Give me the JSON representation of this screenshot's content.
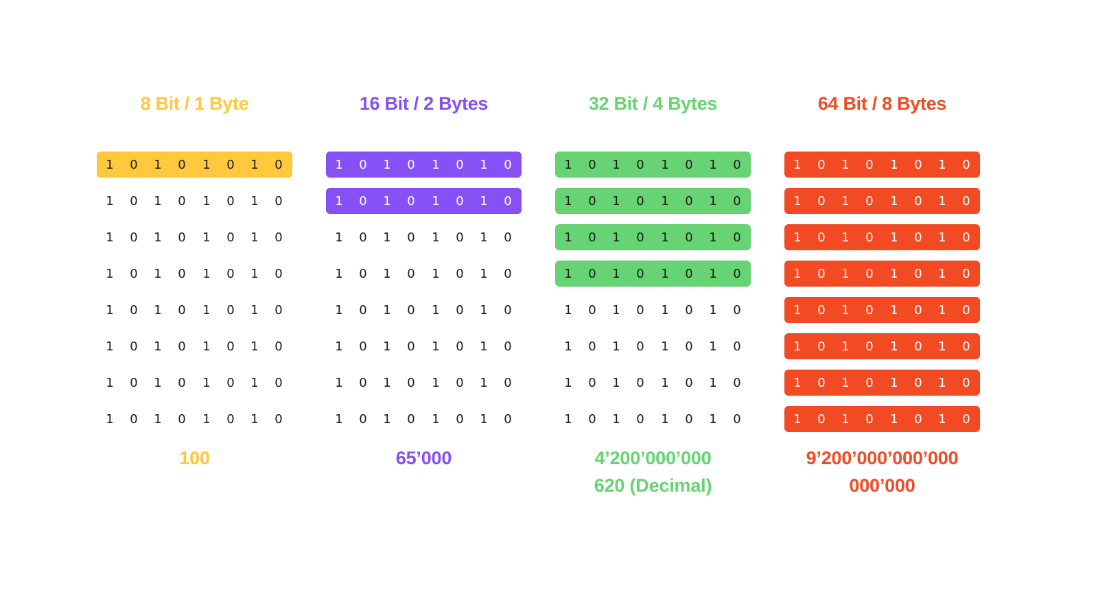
{
  "bit_pattern": [
    "1",
    "0",
    "1",
    "0",
    "1",
    "0",
    "1",
    "0"
  ],
  "row_count": 8,
  "columns": [
    {
      "title": "8 Bit / 1 Byte",
      "color": "#FFC83D",
      "highlighted_rows": 1,
      "highlight_text": "light",
      "value_lines": [
        "100"
      ]
    },
    {
      "title": "16 Bit / 2 Bytes",
      "color": "#8650F5",
      "highlighted_rows": 2,
      "highlight_text": "dark",
      "value_lines": [
        "65’000"
      ]
    },
    {
      "title": "32 Bit / 4 Bytes",
      "color": "#66D473",
      "highlighted_rows": 4,
      "highlight_text": "light",
      "value_lines": [
        "4’200’000’000",
        "620 (Decimal)"
      ]
    },
    {
      "title": "64 Bit / 8 Bytes",
      "color": "#F24A23",
      "highlighted_rows": 8,
      "highlight_text": "dark",
      "value_lines": [
        "9’200’000’000’000",
        "000’000"
      ]
    }
  ]
}
